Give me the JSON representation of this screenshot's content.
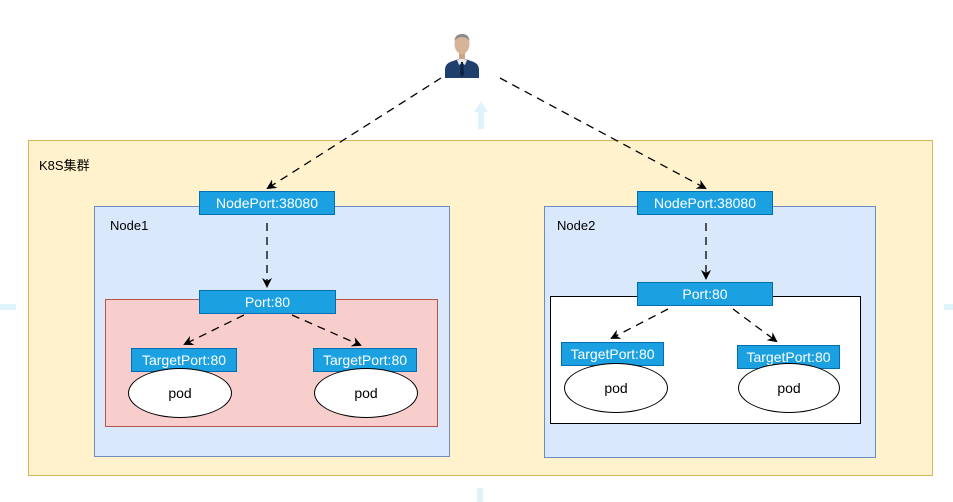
{
  "cluster": {
    "label": "K8S集群"
  },
  "nodes": [
    {
      "label": "Node1",
      "nodeport": "NodePort:38080",
      "port": "Port:80",
      "targets": [
        {
          "port": "TargetPort:80",
          "pod": "pod"
        },
        {
          "port": "TargetPort:80",
          "pod": "pod"
        }
      ]
    },
    {
      "label": "Node2",
      "nodeport": "NodePort:38080",
      "port": "Port:80",
      "targets": [
        {
          "port": "TargetPort:80",
          "pod": "pod"
        },
        {
          "port": "TargetPort:80",
          "pod": "pod"
        }
      ]
    }
  ],
  "colors": {
    "cluster_fill": "#fff2cc",
    "node_fill": "#dae8fc",
    "service_fill_node1": "#f8cecc",
    "port_fill": "#1ba1e2"
  },
  "icons": {
    "user": "user-icon"
  }
}
